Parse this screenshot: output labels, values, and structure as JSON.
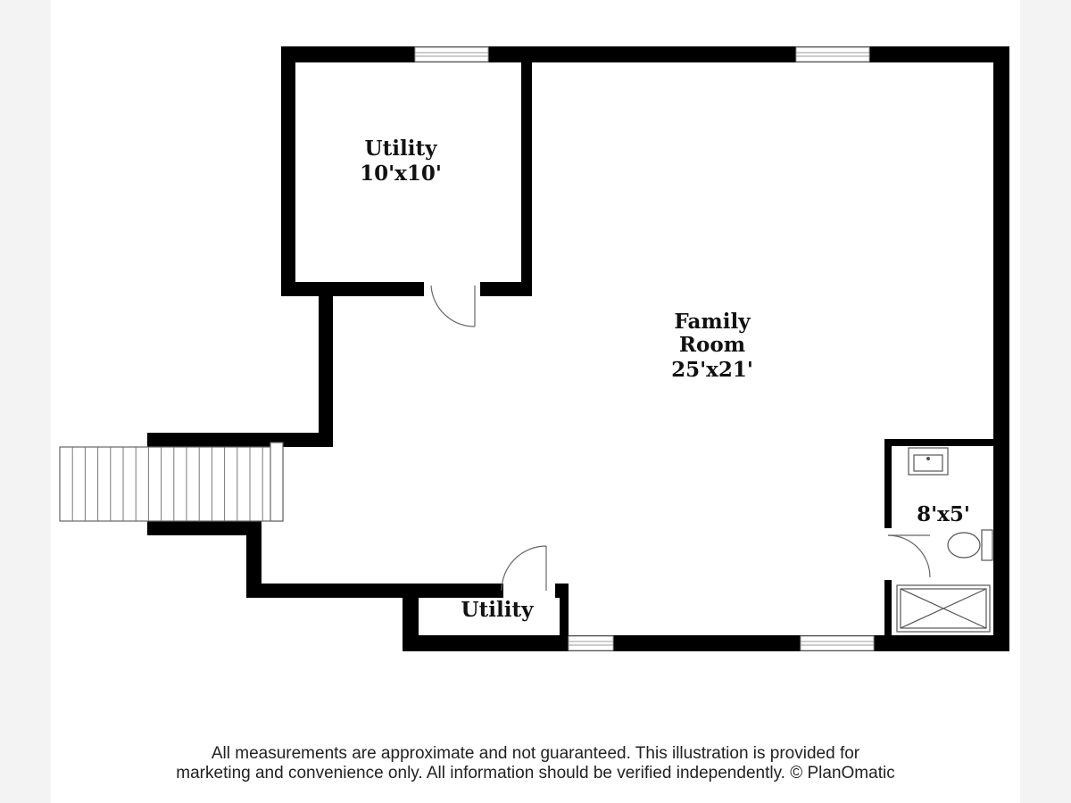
{
  "floorplan": {
    "rooms": [
      {
        "name": "Utility",
        "dimensions": "10'x10'"
      },
      {
        "name": "Family",
        "name_line2": "Room",
        "dimensions": "25'x21'"
      },
      {
        "name": "",
        "dimensions": "8'x5'"
      },
      {
        "name": "Utility",
        "dimensions": ""
      }
    ],
    "colors": {
      "wall": "#000000",
      "background": "#ffffff",
      "fixture": "#555555"
    }
  },
  "footer": {
    "line1": "All measurements are approximate and not guaranteed. This illustration is provided for",
    "line2": "marketing and convenience only. All information should be verified independently. © PlanOmatic"
  }
}
